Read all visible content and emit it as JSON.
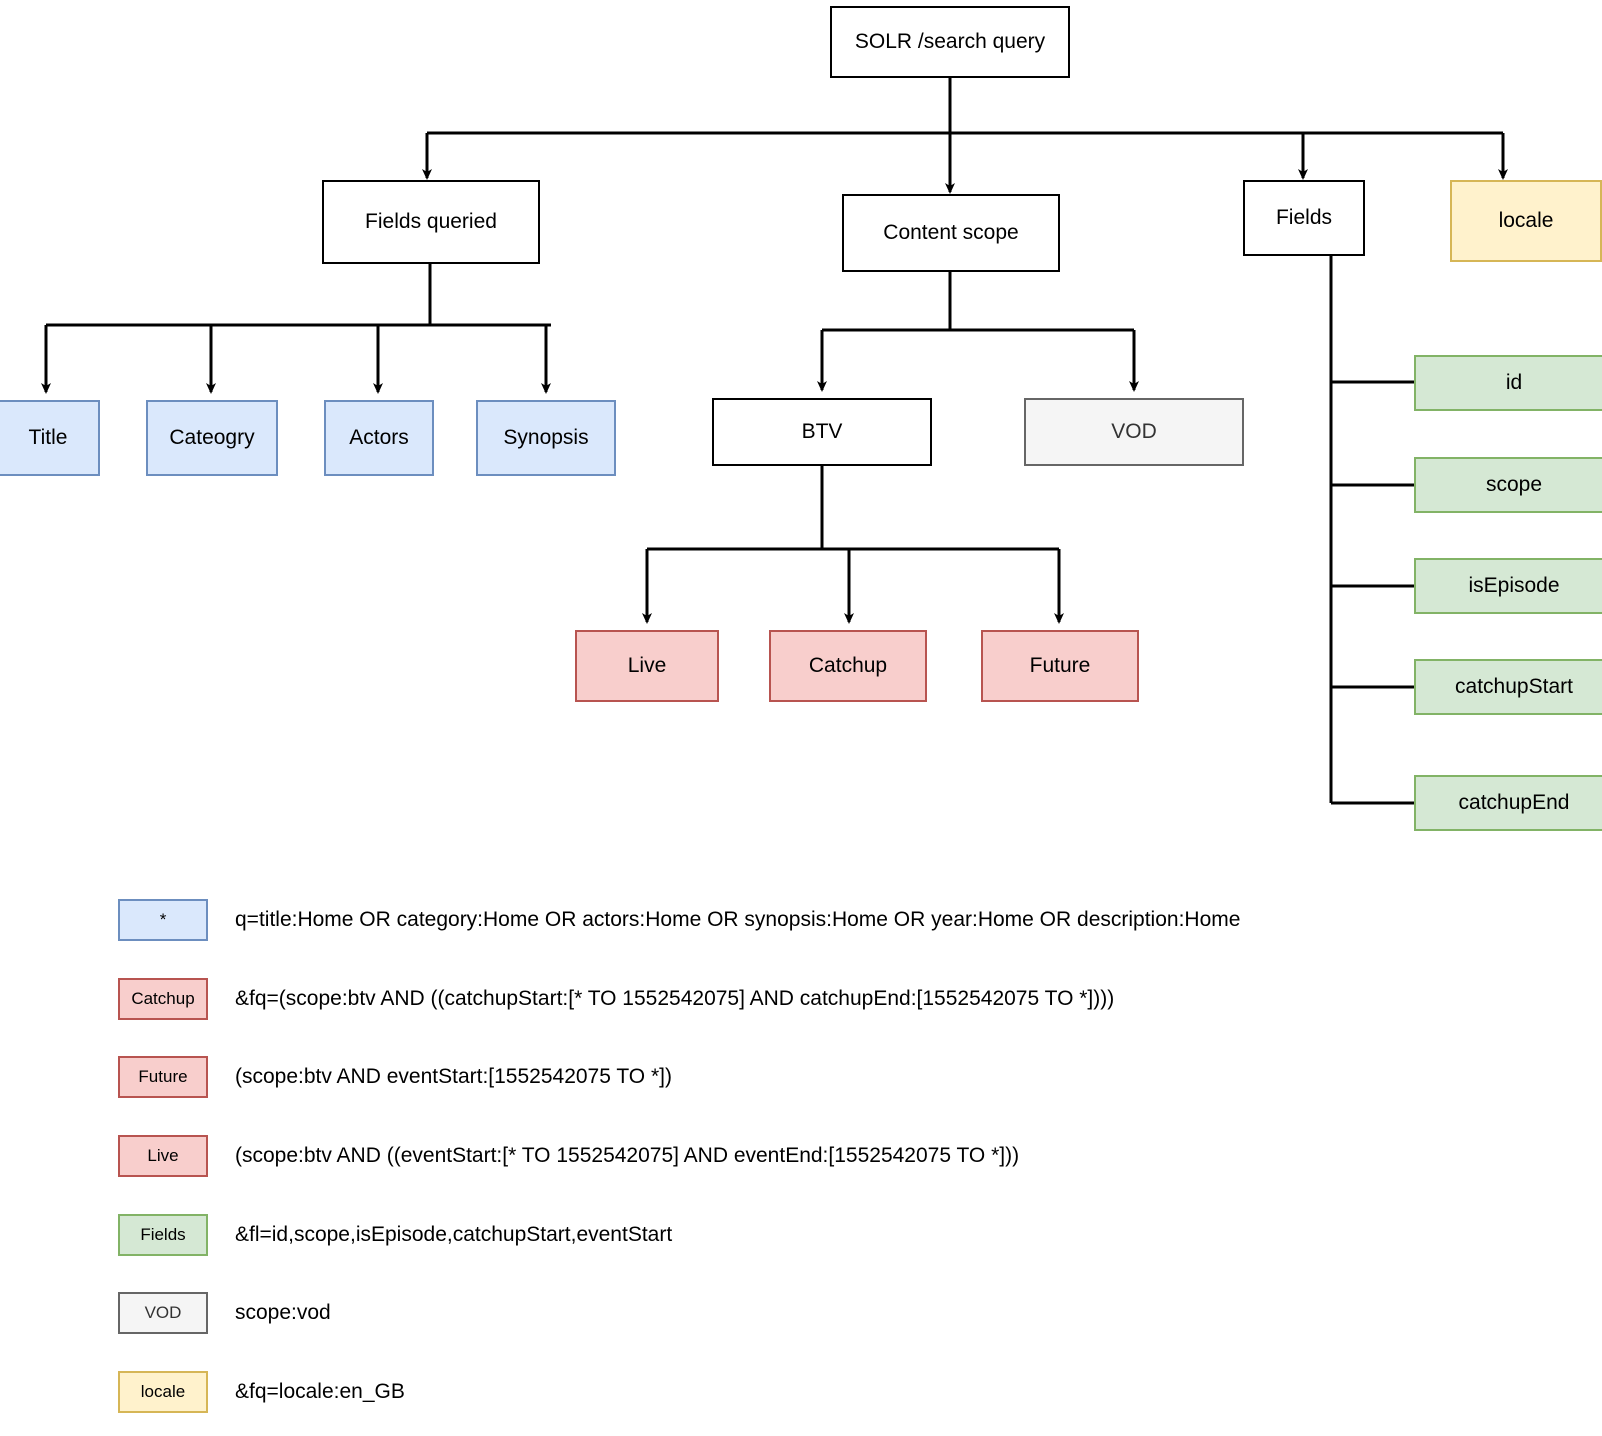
{
  "diagram": {
    "title_node": {
      "label": "SOLR /search query"
    },
    "level1": [
      {
        "label": "Fields queried",
        "style": "plain"
      },
      {
        "label": "Content scope",
        "style": "plain"
      },
      {
        "label": "Fields",
        "style": "plain"
      },
      {
        "label": "locale",
        "style": "yellow"
      }
    ],
    "fields_queried_children": [
      {
        "label": "Title",
        "style": "blue"
      },
      {
        "label": "Cateogry",
        "style": "blue"
      },
      {
        "label": "Actors",
        "style": "blue"
      },
      {
        "label": "Synopsis",
        "style": "blue"
      }
    ],
    "content_scope_children": [
      {
        "label": "BTV",
        "style": "plain"
      },
      {
        "label": "VOD",
        "style": "gray"
      }
    ],
    "btv_children": [
      {
        "label": "Live",
        "style": "red"
      },
      {
        "label": "Catchup",
        "style": "red"
      },
      {
        "label": "Future",
        "style": "red"
      }
    ],
    "fields_children": [
      {
        "label": "id",
        "style": "green"
      },
      {
        "label": "scope",
        "style": "green"
      },
      {
        "label": "isEpisode",
        "style": "green"
      },
      {
        "label": "catchupStart",
        "style": "green"
      },
      {
        "label": "catchupEnd",
        "style": "green"
      }
    ]
  },
  "legend": [
    {
      "swatch": "*",
      "style": "blue",
      "text": "q=title:Home OR category:Home OR actors:Home OR synopsis:Home OR year:Home OR description:Home"
    },
    {
      "swatch": "Catchup",
      "style": "red",
      "text": "&fq=(scope:btv AND ((catchupStart:[* TO 1552542075] AND catchupEnd:[1552542075 TO *])))"
    },
    {
      "swatch": "Future",
      "style": "red",
      "text": "(scope:btv AND eventStart:[1552542075 TO *])"
    },
    {
      "swatch": "Live",
      "style": "red",
      "text": "(scope:btv AND ((eventStart:[* TO 1552542075] AND eventEnd:[1552542075 TO *]))"
    },
    {
      "swatch": "Fields",
      "style": "green",
      "text": "&fl=id,scope,isEpisode,catchupStart,eventStart"
    },
    {
      "swatch": "VOD",
      "style": "gray",
      "text": "scope:vod"
    },
    {
      "swatch": "locale",
      "style": "yellow",
      "text": "&fq=locale:en_GB"
    }
  ],
  "colors": {
    "blue_fill": "#dae8fc",
    "blue_border": "#6c8ebf",
    "red_fill": "#f8cecc",
    "red_border": "#b85450",
    "green_fill": "#d5e8d4",
    "green_border": "#82b366",
    "yellow_fill": "#fff2cc",
    "yellow_border": "#d6b656",
    "gray_fill": "#f5f5f5",
    "gray_border": "#666666",
    "line": "#000000"
  }
}
